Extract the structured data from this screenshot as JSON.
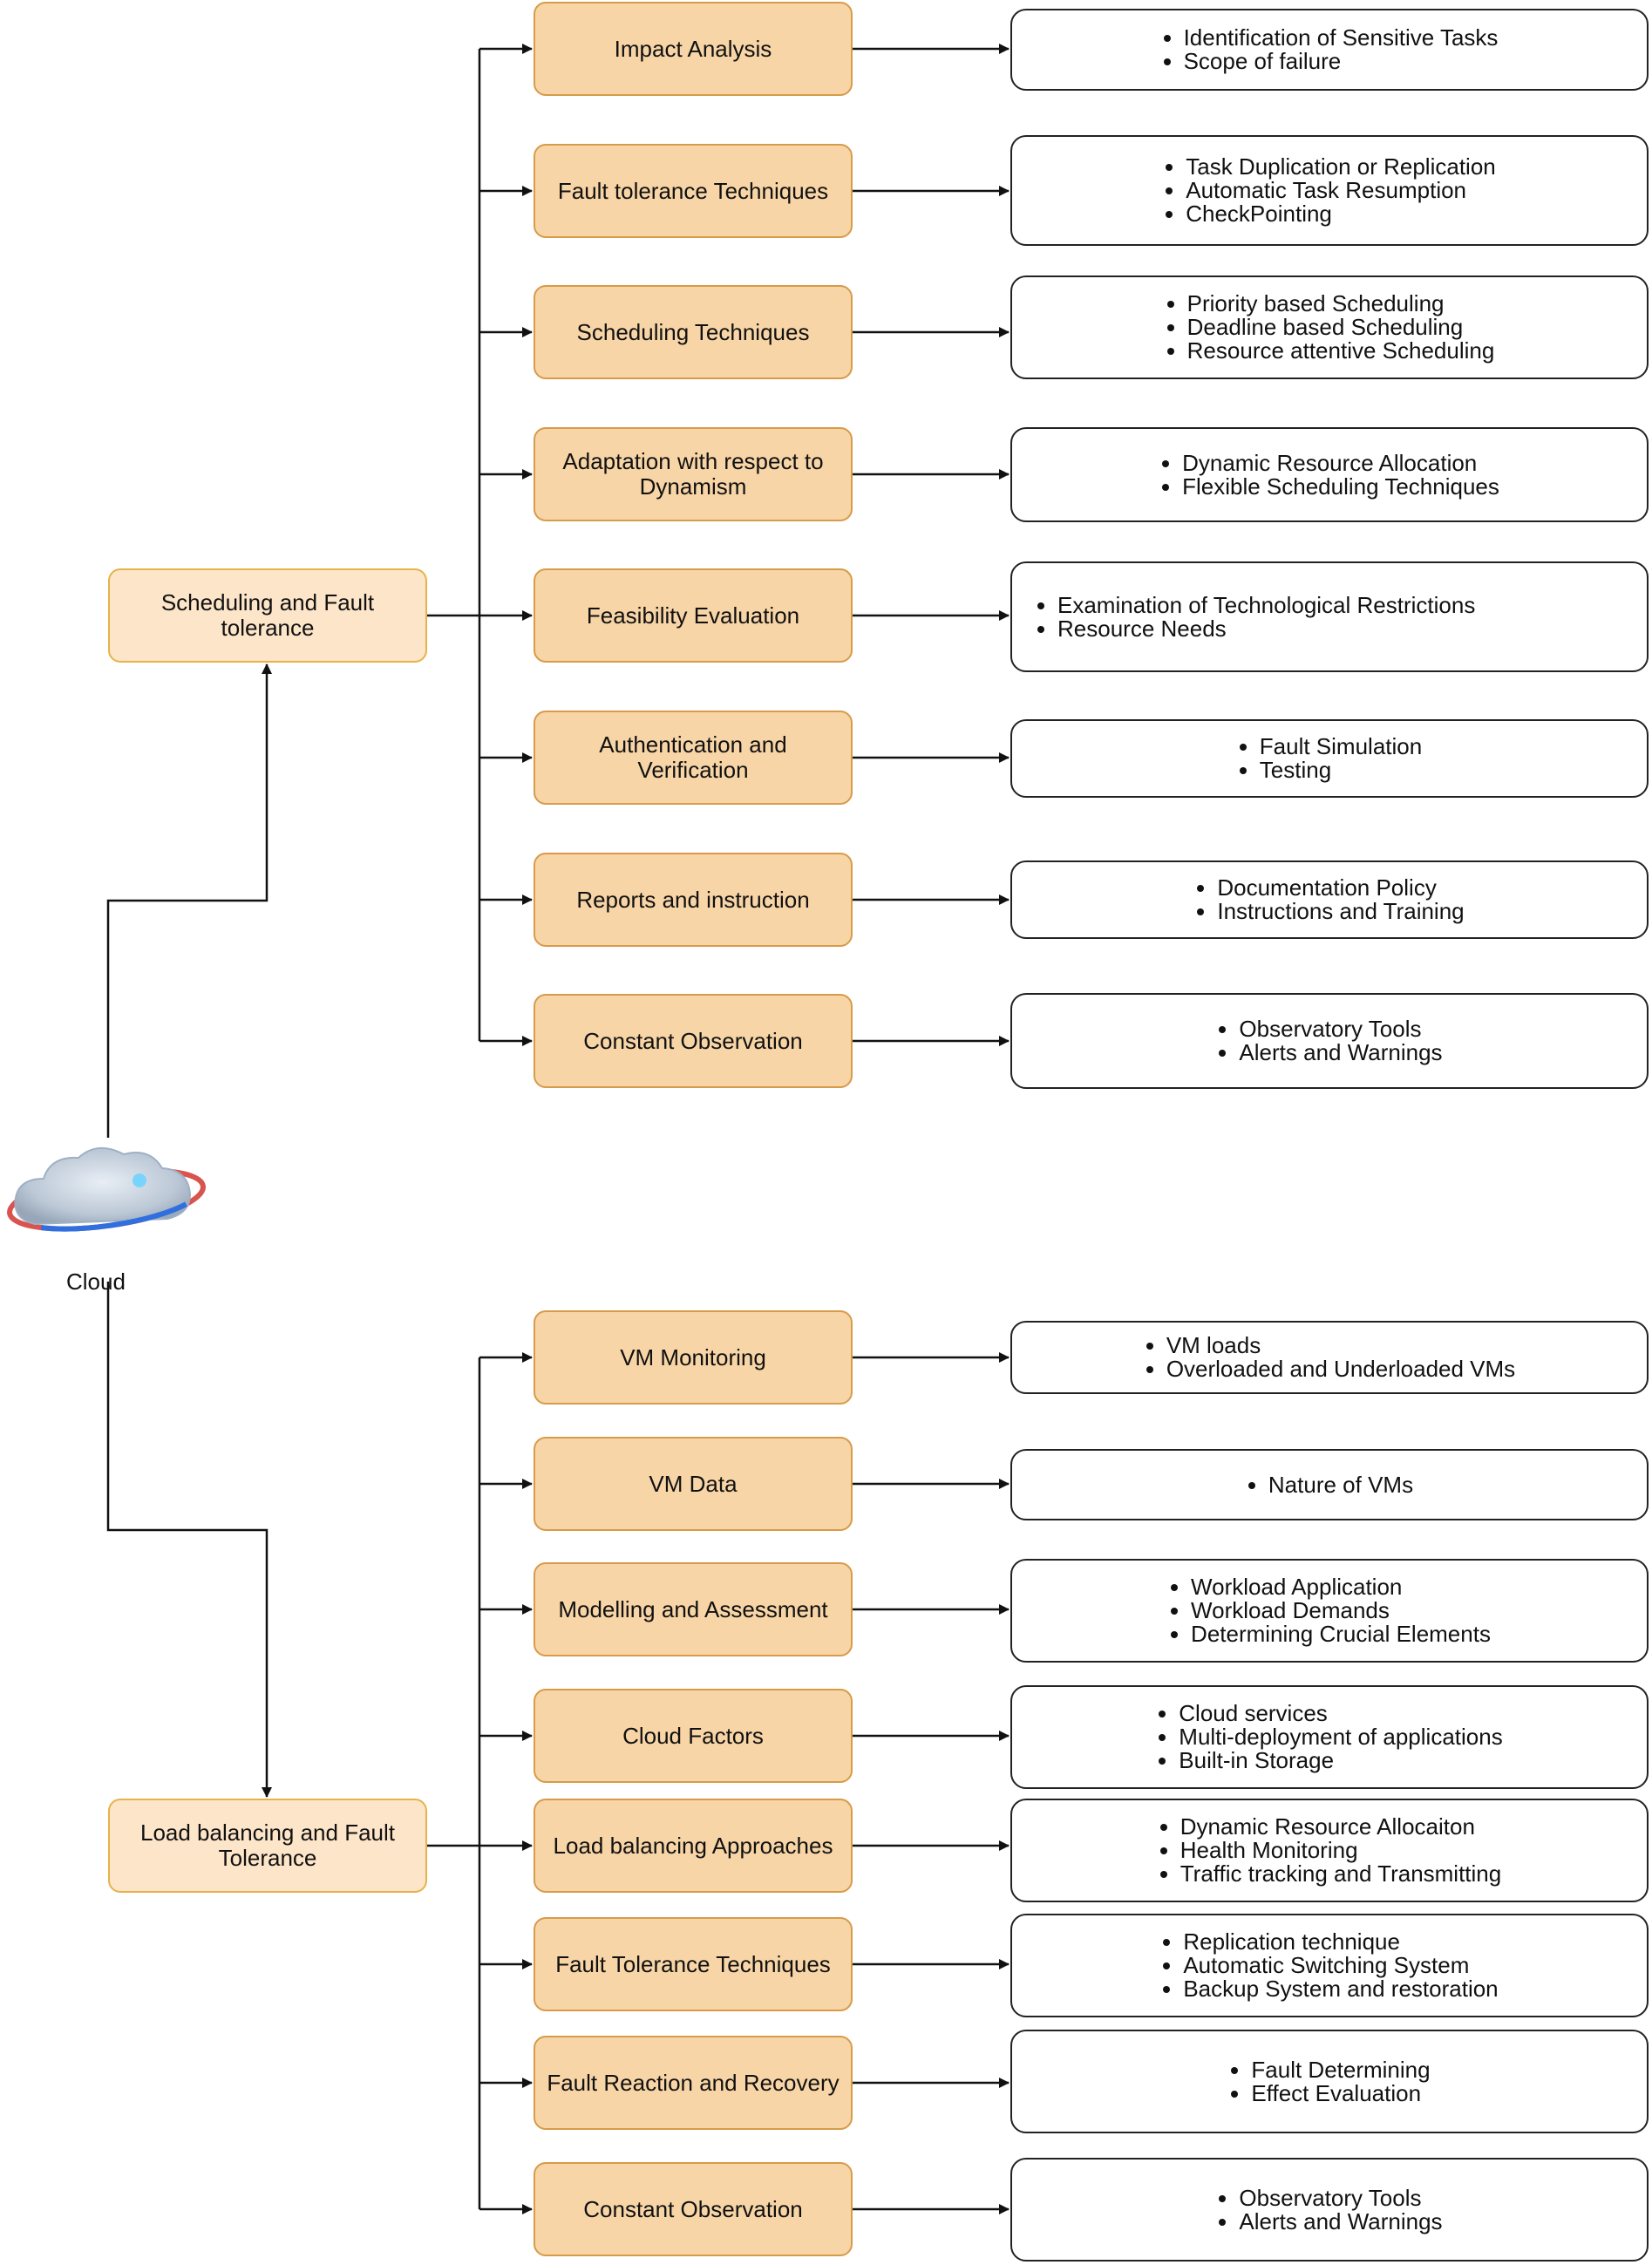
{
  "root": {
    "label": "Cloud"
  },
  "branches": [
    {
      "label": "Scheduling and Fault tolerance",
      "items": [
        {
          "label": "Impact Analysis",
          "bullets": [
            "Identification of Sensitive Tasks",
            "Scope of failure"
          ]
        },
        {
          "label": "Fault tolerance Techniques",
          "bullets": [
            "Task Duplication or Replication",
            "Automatic Task Resumption",
            "CheckPointing"
          ]
        },
        {
          "label": "Scheduling Techniques",
          "bullets": [
            "Priority based Scheduling",
            "Deadline based Scheduling",
            "Resource attentive Scheduling"
          ]
        },
        {
          "label": "Adaptation with respect to Dynamism",
          "bullets": [
            "Dynamic Resource Allocation",
            "Flexible Scheduling Techniques"
          ]
        },
        {
          "label": "Feasibility Evaluation",
          "bullets": [
            "Examination of Technological Restrictions",
            "Resource Needs"
          ]
        },
        {
          "label": "Authentication and Verification",
          "bullets": [
            "Fault Simulation",
            "Testing"
          ]
        },
        {
          "label": "Reports and instruction",
          "bullets": [
            "Documentation Policy",
            "Instructions and Training"
          ]
        },
        {
          "label": "Constant Observation",
          "bullets": [
            "Observatory Tools",
            "Alerts and Warnings"
          ]
        }
      ]
    },
    {
      "label": "Load balancing and Fault Tolerance",
      "items": [
        {
          "label": "VM Monitoring",
          "bullets": [
            "VM loads",
            "Overloaded and Underloaded VMs"
          ]
        },
        {
          "label": "VM Data",
          "bullets": [
            "Nature of VMs"
          ]
        },
        {
          "label": "Modelling and Assessment",
          "bullets": [
            "Workload Application",
            "Workload Demands",
            "Determining Crucial Elements"
          ]
        },
        {
          "label": "Cloud Factors",
          "bullets": [
            "Cloud services",
            "Multi-deployment of applications",
            "Built-in Storage"
          ]
        },
        {
          "label": "Load balancing Approaches",
          "bullets": [
            "Dynamic Resource Allocaiton",
            "Health Monitoring",
            "Traffic tracking and Transmitting"
          ]
        },
        {
          "label": "Fault Tolerance Techniques",
          "bullets": [
            "Replication technique",
            "Automatic Switching System",
            "Backup System and restoration"
          ]
        },
        {
          "label": "Fault Reaction and Recovery",
          "bullets": [
            "Fault Determining",
            "Effect Evaluation"
          ]
        },
        {
          "label": "Constant Observation",
          "bullets": [
            "Observatory Tools",
            "Alerts and Warnings"
          ]
        }
      ]
    }
  ],
  "colors": {
    "category_fill": "#fde5c9",
    "category_border": "#e6b34a",
    "step_fill": "#f8d5a6",
    "step_border": "#d79b4a",
    "detail_border": "#222222",
    "connector": "#111111"
  },
  "icons": {
    "root": "cloud-globe-icon"
  }
}
